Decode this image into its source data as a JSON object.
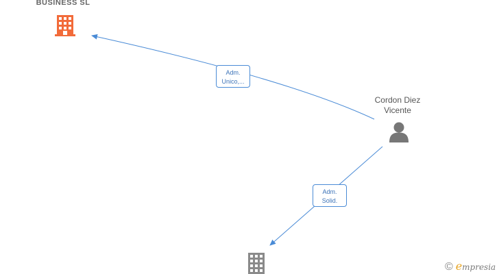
{
  "nodes": {
    "company_top": {
      "label": "BUSINESS  SL",
      "icon": "building-icon",
      "color": "#f26b3a"
    },
    "person": {
      "label_line1": "Cordon Diez",
      "label_line2": "Vicente",
      "icon": "person-icon",
      "color": "#777777"
    },
    "company_bottom": {
      "label": "",
      "icon": "building-icon",
      "color": "#888888"
    }
  },
  "edges": [
    {
      "from": "person",
      "to": "company_top",
      "label_line1": "Adm.",
      "label_line2": "Unico,..."
    },
    {
      "from": "person",
      "to": "company_bottom",
      "label_line1": "Adm.",
      "label_line2": "Solid."
    }
  ],
  "colors": {
    "edge": "#4a8bd6"
  },
  "footer": {
    "copyright_symbol": "©",
    "brand_first": "e",
    "brand_rest": "mpresia"
  }
}
